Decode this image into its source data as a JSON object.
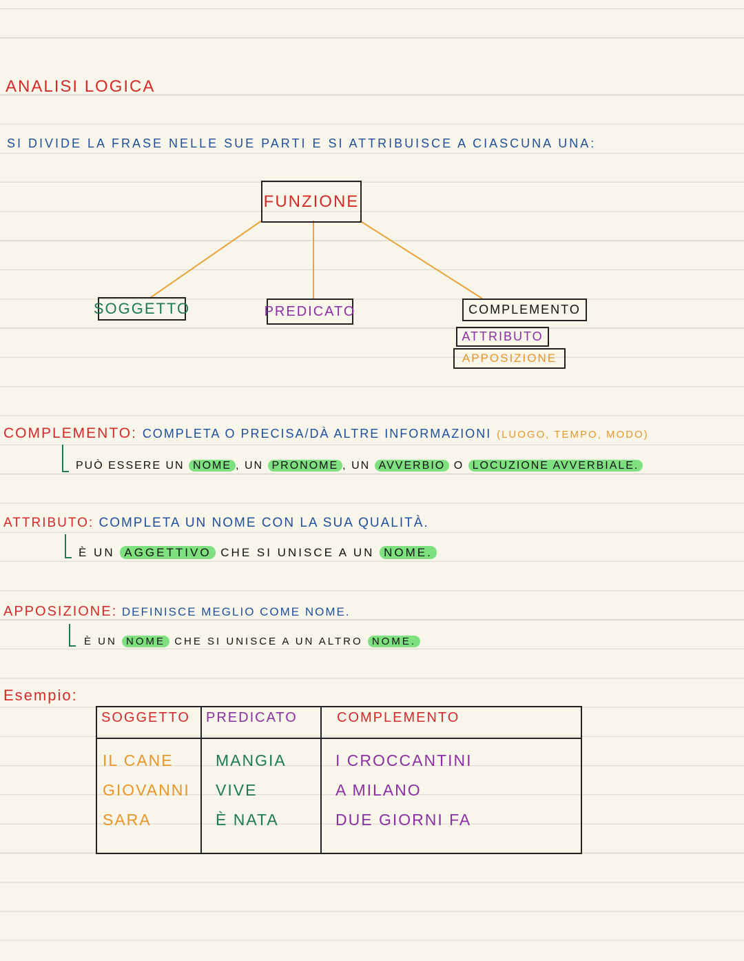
{
  "title": "Analisi Logica",
  "intro": "Si divide la frase nelle sue parti e si attribuisce a ciascuna una:",
  "diagram": {
    "root": "Funzione",
    "children": [
      "Soggetto",
      "Predicato",
      "Complemento"
    ],
    "sub": [
      "Attributo",
      "Apposizione"
    ]
  },
  "complemento": {
    "term": "Complemento:",
    "def": "completa o precisa/dà altre informazioni",
    "examples": "(luogo, tempo, modo)",
    "note": [
      "Può essere un",
      "Nome",
      ", un",
      "Pronome",
      ", un",
      "Avverbio",
      "o",
      "Locuzione avverbiale."
    ]
  },
  "attributo": {
    "term": "Attributo:",
    "def": "completa un nome con la sua qualità.",
    "note": [
      "È un",
      "Aggettivo",
      "che si unisce a un",
      "Nome."
    ]
  },
  "apposizione": {
    "term": "Apposizione:",
    "def": "definisce meglio come nome.",
    "note": [
      "È un",
      "Nome",
      "che si unisce a un altro",
      "Nome."
    ]
  },
  "esempio": {
    "label": "Esempio:",
    "headers": [
      "Soggetto",
      "Predicato",
      "Complemento"
    ],
    "rows": [
      [
        "Il cane",
        "Mangia",
        "I croccantini"
      ],
      [
        "Giovanni",
        "Vive",
        "a Milano"
      ],
      [
        "Sara",
        "È nata",
        "due giorni fa"
      ]
    ]
  },
  "colors": {
    "red": "#d42a2a",
    "blue": "#1f4f9c",
    "green": "#1e7a52",
    "purple": "#8b2fa3",
    "orange": "#e8962a",
    "highlight": "#7fe07f"
  }
}
